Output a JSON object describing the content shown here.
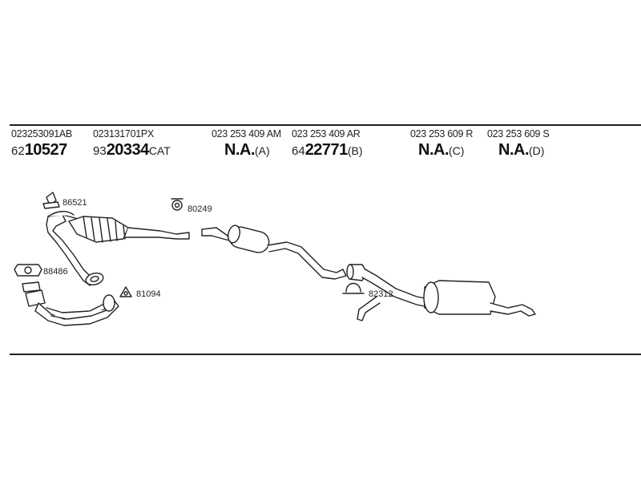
{
  "parts": [
    {
      "oem": "023253091AB",
      "prefix": "62",
      "number": "10527",
      "suffix": ""
    },
    {
      "oem": "023131701PX",
      "prefix": "93",
      "number": "20334",
      "suffix": "CAT"
    },
    {
      "oem": "023 253 409 AM",
      "prefix": "",
      "number": "N.A.",
      "suffix": "(A)"
    },
    {
      "oem": "023 253 409 AR",
      "prefix": "64",
      "number": "22771",
      "suffix": "(B)"
    },
    {
      "oem": "023 253 609 R",
      "prefix": "",
      "number": "N.A.",
      "suffix": "(C)"
    },
    {
      "oem": "023 253 609 S",
      "prefix": "",
      "number": "N.A.",
      "suffix": "(D)"
    }
  ],
  "callouts": {
    "c86521": "86521",
    "c80249": "80249",
    "c88486": "88486",
    "c81094": "81094",
    "c82312": "82312"
  }
}
